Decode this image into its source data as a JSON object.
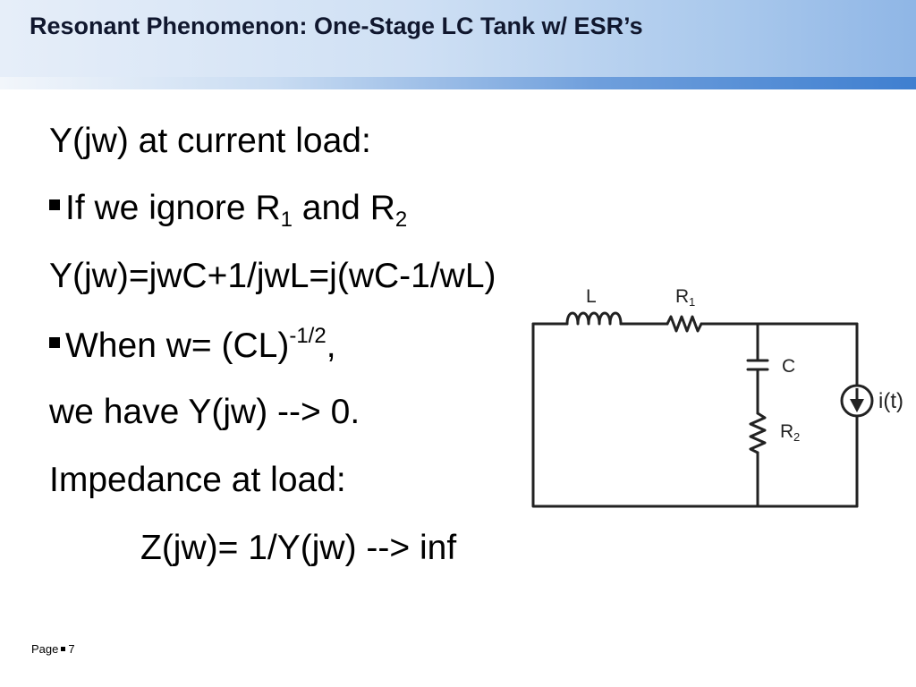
{
  "title": "Resonant Phenomenon: One-Stage LC Tank w/ ESR’s",
  "lines": {
    "l1": "Y(jw) at current load:",
    "l2_pre": "If we ignore R",
    "l2_sub1": "1",
    "l2_mid": " and R",
    "l2_sub2": "2",
    "l3": "Y(jw)=jwC+1/jwL=j(wC-1/wL)",
    "l4_pre": "When w= (CL)",
    "l4_sup": "-1/2",
    "l4_post": ",",
    "l5": "we have Y(jw) --> 0.",
    "l6": "Impedance at load:",
    "l7": "Z(jw)= 1/Y(jw) --> inf"
  },
  "circuit": {
    "label_L": "L",
    "label_R1": "R",
    "label_R1_sub": "1",
    "label_C": "C",
    "label_R2": "R",
    "label_R2_sub": "2",
    "label_source": "i(t)"
  },
  "footer": {
    "page_label": "Page",
    "page_number": "7"
  }
}
